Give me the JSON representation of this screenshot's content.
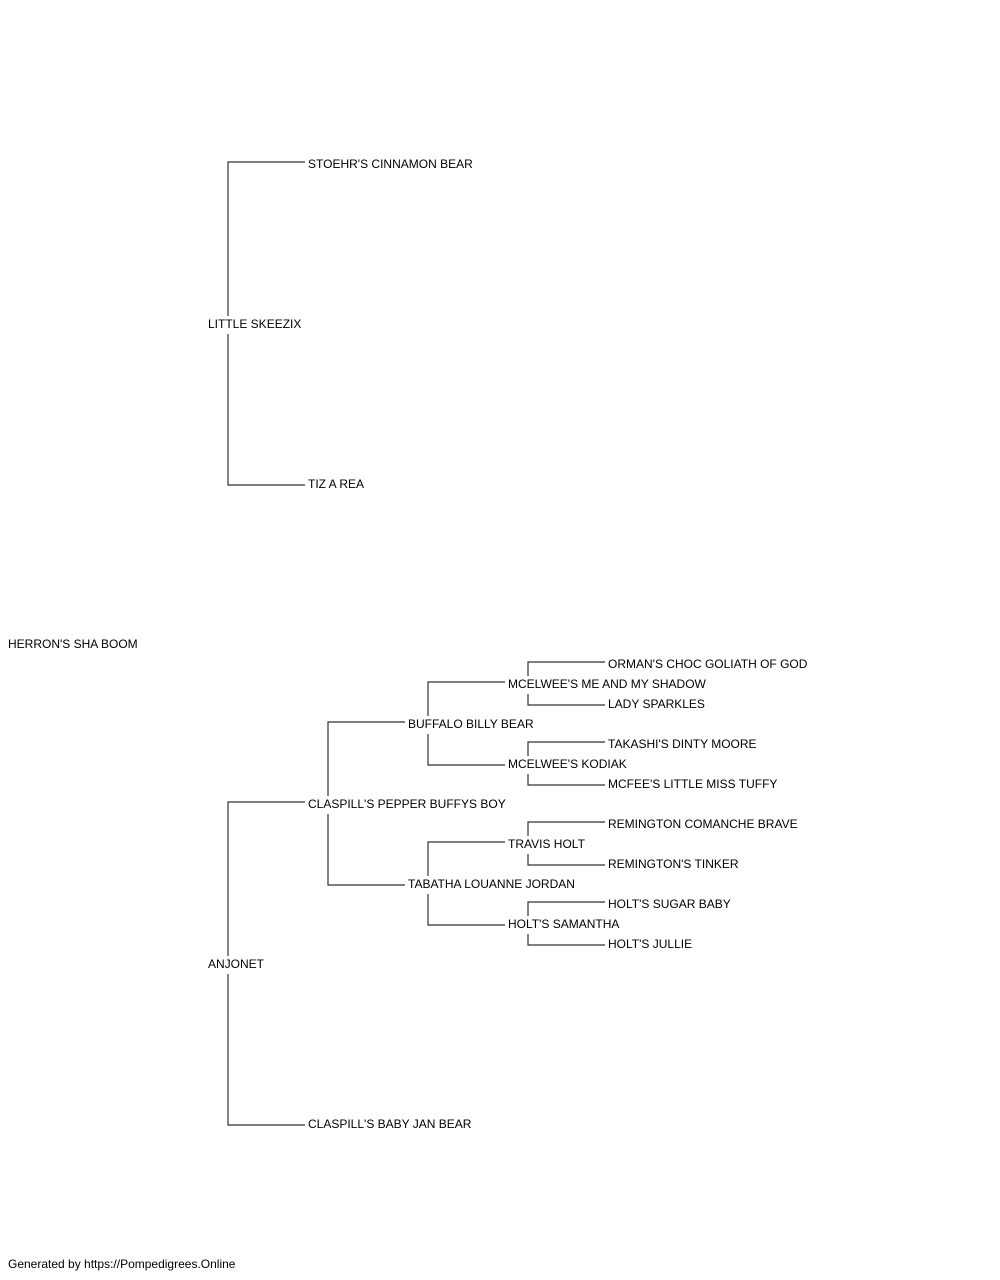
{
  "pedigree": {
    "subject": "HERRON'S SHA BOOM",
    "sire": {
      "name": "LITTLE SKEEZIX",
      "sire": {
        "name": "STOEHR'S CINNAMON BEAR"
      },
      "dam": {
        "name": "TIZ A REA"
      }
    },
    "dam": {
      "name": "ANJONET",
      "sire": {
        "name": "CLASPILL'S PEPPER BUFFYS BOY",
        "sire": {
          "name": "BUFFALO BILLY BEAR",
          "sire": {
            "name": "MCELWEE'S ME AND MY SHADOW",
            "sire": {
              "name": "ORMAN'S CHOC GOLIATH OF GOD"
            },
            "dam": {
              "name": "LADY SPARKLES"
            }
          },
          "dam": {
            "name": "MCELWEE'S KODIAK",
            "sire": {
              "name": "TAKASHI'S DINTY MOORE"
            },
            "dam": {
              "name": "MCFEE'S LITTLE MISS TUFFY"
            }
          }
        },
        "dam": {
          "name": "TABATHA LOUANNE JORDAN",
          "sire": {
            "name": "TRAVIS HOLT",
            "sire": {
              "name": "REMINGTON COMANCHE BRAVE"
            },
            "dam": {
              "name": "REMINGTON'S TINKER"
            }
          },
          "dam": {
            "name": "HOLT'S SAMANTHA",
            "sire": {
              "name": "HOLT'S SUGAR BABY"
            },
            "dam": {
              "name": "HOLT'S JULLIE"
            }
          }
        }
      },
      "dam": {
        "name": "CLASPILL'S BABY JAN BEAR"
      }
    }
  },
  "footer": {
    "text": "Generated by https://Pompedigrees.Online"
  },
  "colors": {
    "line": "#333333",
    "text": "#000000",
    "background": "#ffffff"
  }
}
